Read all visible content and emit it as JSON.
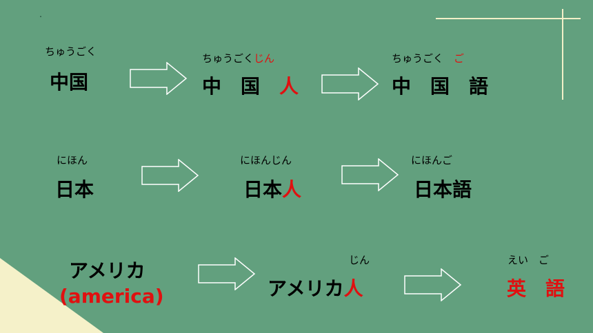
{
  "colors": {
    "background": "#62a07e",
    "text": "#000000",
    "accent_red": "#e01010",
    "deco_line": "#f3f0c8",
    "corner_triangle": "#f5f1c9"
  },
  "icons": [
    "arrow-right-outline-icon"
  ],
  "rows": [
    {
      "source": {
        "reading": "ちゅうごく",
        "word": "中国"
      },
      "people": {
        "reading_base": "ちゅうごく",
        "reading_suffix": "じん",
        "word_base": "中　国　",
        "word_suffix": "人"
      },
      "language": {
        "reading_base": "ちゅうごく　",
        "reading_suffix": "ご",
        "word": "中　国　語"
      }
    },
    {
      "source": {
        "reading": "にほん",
        "word": "日本"
      },
      "people": {
        "reading": "にほんじん",
        "word_base": "日本",
        "word_suffix": "人"
      },
      "language": {
        "reading": "にほんご",
        "word": "日本語"
      }
    },
    {
      "source": {
        "word": "アメリカ",
        "english": "(america)"
      },
      "people": {
        "reading": "じん",
        "word_base": "アメリカ",
        "word_suffix": "人"
      },
      "language": {
        "reading": "えい　ご",
        "word": "英　語"
      }
    }
  ]
}
